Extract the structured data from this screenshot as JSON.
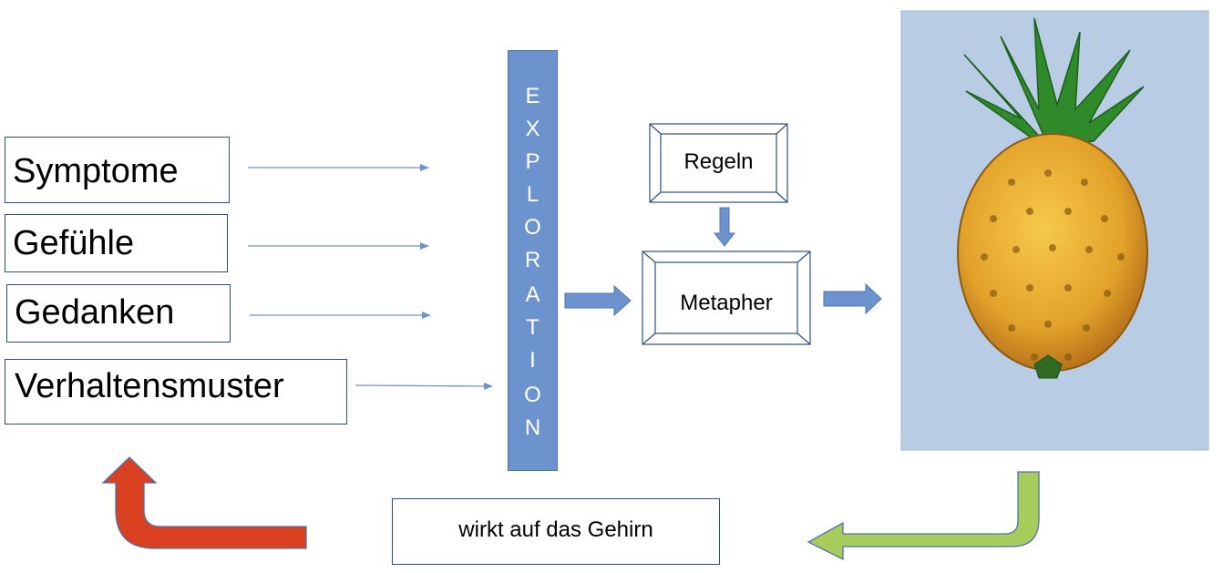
{
  "left_boxes": [
    {
      "label": "Symptome"
    },
    {
      "label": "Gefühle"
    },
    {
      "label": "Gedanken"
    },
    {
      "label": "Verhaltensmuster"
    }
  ],
  "exploration_letters": [
    "E",
    "X",
    "P",
    "L",
    "O",
    "R",
    "A",
    "T",
    "I",
    "O",
    "N"
  ],
  "rules_box": {
    "label": "Regeln"
  },
  "metaphor_box": {
    "label": "Metapher"
  },
  "effect_box": {
    "label": "wirkt auf das Gehirn"
  },
  "colors": {
    "accent_blue": "#6d93cf",
    "thin_arrow": "#6d93cf",
    "green_arrow": "#a8cc5c",
    "red_arrow": "#d8401f",
    "image_background": "#b8cde4",
    "pineapple_body": "#e8a830",
    "pineapple_leaves": "#2f8a2a"
  },
  "icons": {
    "picture": "pineapple-painting-icon",
    "return_arrow_green": "curved-arrow-icon",
    "return_arrow_red": "curved-arrow-icon"
  }
}
